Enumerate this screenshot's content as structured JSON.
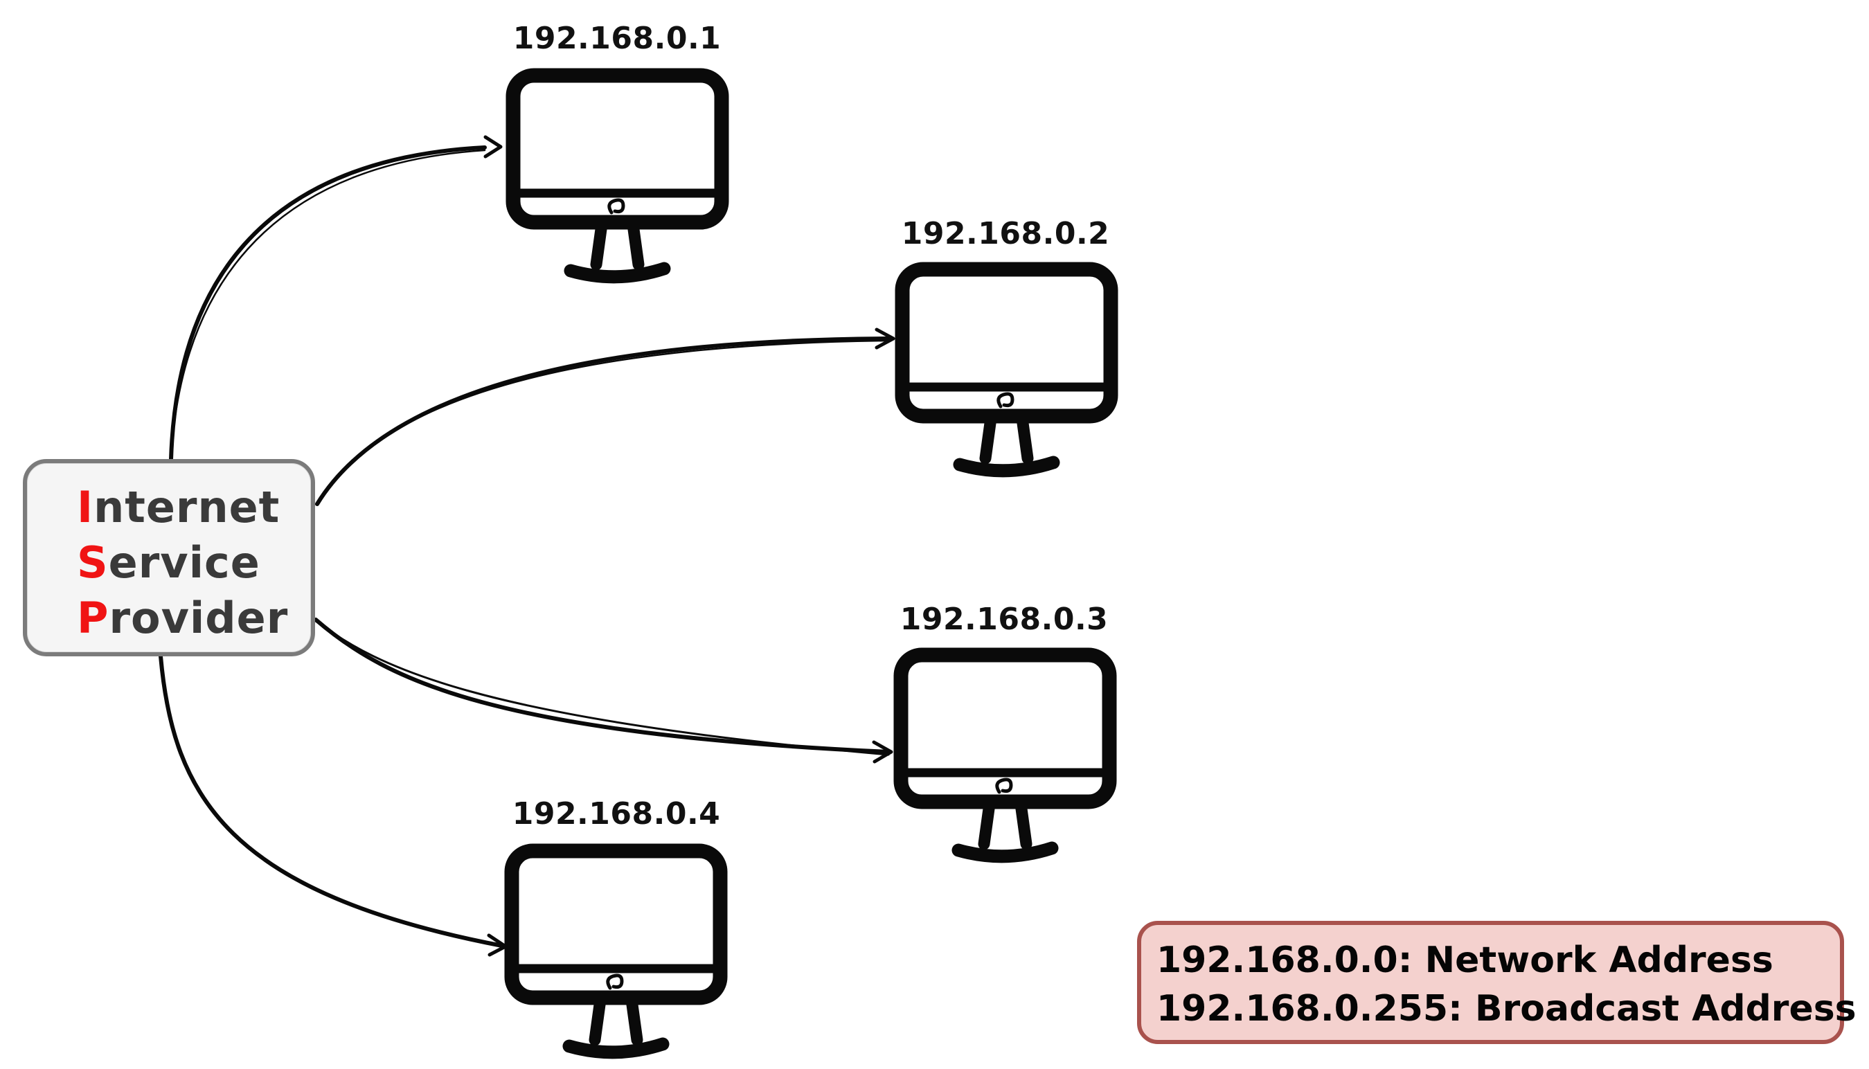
{
  "colors": {
    "ink": "#0a0a0a",
    "accent_red": "#f01414",
    "isp_text": "#3a3a3a",
    "isp_border": "#7b7b7b",
    "isp_fill": "#f5f5f5",
    "note_fill": "#f4d1ce",
    "note_border": "#a9524d"
  },
  "isp_box": {
    "lines": [
      {
        "initial": "I",
        "rest": "nternet"
      },
      {
        "initial": "S",
        "rest": "ervice"
      },
      {
        "initial": "P",
        "rest": "rovider"
      }
    ]
  },
  "computers": [
    {
      "ip": "192.168.0.1"
    },
    {
      "ip": "192.168.0.2"
    },
    {
      "ip": "192.168.0.3"
    },
    {
      "ip": "192.168.0.4"
    }
  ],
  "note": {
    "line1": "192.168.0.0: Network Address",
    "line2": "192.168.0.255: Broadcast Address"
  }
}
